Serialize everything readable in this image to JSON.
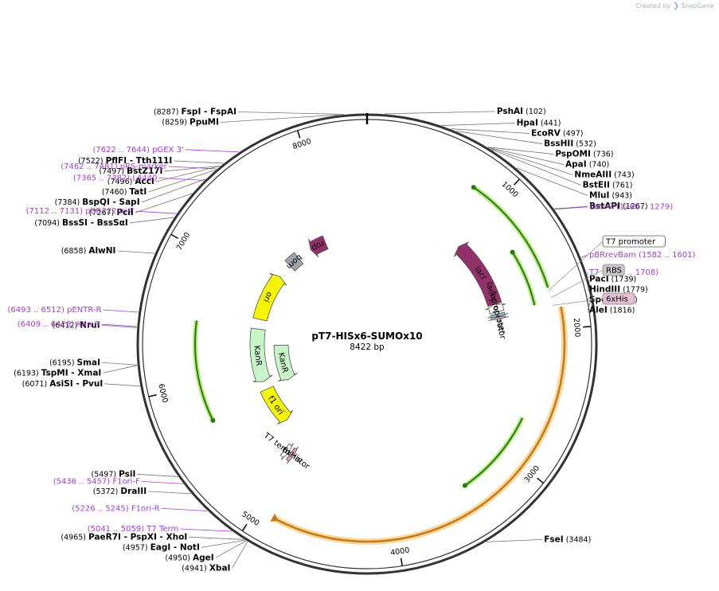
{
  "brand": {
    "created_by": "Created by",
    "product": "SnapGene"
  },
  "plasmid": {
    "name": "pT7-HISx6-SUMOx10",
    "length_label": "8422 bp",
    "length": 8422
  },
  "ticks": [
    {
      "bp": 1000,
      "label": "1000"
    },
    {
      "bp": 2000,
      "label": "2000"
    },
    {
      "bp": 3000,
      "label": "3000"
    },
    {
      "bp": 4000,
      "label": "4000"
    },
    {
      "bp": 5000,
      "label": "5000"
    },
    {
      "bp": 6000,
      "label": "6000"
    },
    {
      "bp": 7000,
      "label": "7000"
    },
    {
      "bp": 8000,
      "label": "8000"
    }
  ],
  "features": [
    {
      "name": "lacI",
      "label": "lacI",
      "start": 1010,
      "end": 1700,
      "dir": -1,
      "color": "#93306a",
      "track": 2,
      "labelColor": "#ffffff"
    },
    {
      "name": "lacI-promoter",
      "label": "lacI promoter",
      "start": 1700,
      "end": 1780,
      "dir": -1,
      "color": "#ffffff",
      "track": 2,
      "labelColor": "#000000"
    },
    {
      "name": "lac-operator",
      "label": "lac operator",
      "start": 1800,
      "end": 1830,
      "dir": 1,
      "color": "#8ab8c8",
      "track": 2,
      "labelColor": "#000000"
    },
    {
      "name": "6xHis-a",
      "label": "",
      "start": 1835,
      "end": 1855,
      "dir": 1,
      "color": "#d9a0b8",
      "track": 2,
      "labelColor": "#000000"
    },
    {
      "name": "KanR-1",
      "label": "KanR",
      "start": 5850,
      "end": 6500,
      "dir": -1,
      "color": "#c8f5c8",
      "track": 3,
      "labelColor": "#000000"
    },
    {
      "name": "KanR-2",
      "label": "KanR",
      "start": 5750,
      "end": 6300,
      "dir": -1,
      "color": "#c8f5c8",
      "track": 4,
      "labelColor": "#000000"
    },
    {
      "name": "f1-ori",
      "label": "f1 ori",
      "start": 5300,
      "end": 5750,
      "dir": -1,
      "color": "#f5f500",
      "track": 3,
      "labelColor": "#000000"
    },
    {
      "name": "T7-terminator",
      "label": "T7 terminator",
      "start": 5050,
      "end": 5100,
      "dir": -1,
      "color": "#ffffff",
      "track": 2,
      "labelColor": "#000000"
    },
    {
      "name": "6xHis-b",
      "label": "6xHis",
      "start": 4990,
      "end": 5030,
      "dir": -1,
      "color": "#d9a0b8",
      "track": 2,
      "labelColor": "#000000"
    },
    {
      "name": "ori",
      "label": "ori",
      "start": 6620,
      "end": 7200,
      "dir": 1,
      "color": "#f5f500",
      "track": 3,
      "labelColor": "#000000"
    },
    {
      "name": "bom",
      "label": "bom",
      "start": 7380,
      "end": 7520,
      "dir": 0,
      "color": "#a0a4a8",
      "track": 3,
      "labelColor": "#000000"
    },
    {
      "name": "rop",
      "label": "rop",
      "start": 7700,
      "end": 7900,
      "dir": -1,
      "color": "#93306a",
      "track": 3,
      "labelColor": "#000000"
    }
  ],
  "orfs": [
    {
      "start": 800,
      "end": 1700,
      "dir": -1,
      "track": 0
    },
    {
      "start": 1350,
      "end": 1800,
      "dir": -1,
      "track": 1
    },
    {
      "start": 2700,
      "end": 3400,
      "dir": 1,
      "track": 1
    },
    {
      "start": 5700,
      "end": 6500,
      "dir": -1,
      "track": 1
    }
  ],
  "cds": {
    "start": 1850,
    "end": 4880,
    "dir": 1
  },
  "sites": [
    {
      "name": "PshAI",
      "pos": "(102)",
      "bp": 102
    },
    {
      "name": "HpaI",
      "pos": "(441)",
      "bp": 441
    },
    {
      "name": "EcoRV",
      "pos": "(497)",
      "bp": 497
    },
    {
      "name": "BssHII",
      "pos": "(532)",
      "bp": 532
    },
    {
      "name": "PspOMI",
      "pos": "(736)",
      "bp": 736
    },
    {
      "name": "ApaI",
      "pos": "(740)",
      "bp": 740
    },
    {
      "name": "NmeAIII",
      "pos": "(743)",
      "bp": 743
    },
    {
      "name": "BstEII",
      "pos": "(761)",
      "bp": 761
    },
    {
      "name": "MluI",
      "pos": "(943)",
      "bp": 943
    },
    {
      "name": "BstAPI",
      "pos": "(1267)",
      "bp": 1267
    },
    {
      "name": "PacI",
      "pos": "(1739)",
      "bp": 1739
    },
    {
      "name": "HindIII",
      "pos": "(1779)",
      "bp": 1779
    },
    {
      "name": "SpeI",
      "pos": "(1815)",
      "bp": 1815
    },
    {
      "name": "AleI",
      "pos": "(1816)",
      "bp": 1816
    },
    {
      "name": "FseI",
      "pos": "(3484)",
      "bp": 3484
    },
    {
      "name": "XbaI",
      "pos": "(4941)",
      "bp": 4941
    },
    {
      "name": "AgeI",
      "pos": "(4950)",
      "bp": 4950
    },
    {
      "name": "EagI  - NotI",
      "pos": "(4957)",
      "bp": 4957
    },
    {
      "name": "PaeR7I  - PspXI  - XhoI",
      "pos": "(4965)",
      "bp": 4965
    },
    {
      "name": "DraIII",
      "pos": "(5372)",
      "bp": 5372
    },
    {
      "name": "PsiI",
      "pos": "(5497)",
      "bp": 5497
    },
    {
      "name": "AsiSI  - PvuI",
      "pos": "(6071)",
      "bp": 6071
    },
    {
      "name": "TspMI  - XmaI",
      "pos": "(6193)",
      "bp": 6193
    },
    {
      "name": "SmaI",
      "pos": "(6195)",
      "bp": 6195
    },
    {
      "name": "NruI",
      "pos": "(6412)",
      "bp": 6412
    },
    {
      "name": "AlwNI",
      "pos": "(6858)",
      "bp": 6858
    },
    {
      "name": "BssSI  - BssSαI",
      "pos": "(7094)",
      "bp": 7094
    },
    {
      "name": "PciI",
      "pos": "(7267)",
      "bp": 7267
    },
    {
      "name": "BspQI  - SapI",
      "pos": "(7384)",
      "bp": 7384
    },
    {
      "name": "TatI",
      "pos": "(7460)",
      "bp": 7460
    },
    {
      "name": "AccI",
      "pos": "(7496)",
      "bp": 7496
    },
    {
      "name": "BstZ17I",
      "pos": "(7497)",
      "bp": 7497
    },
    {
      "name": "PflFI  - Tth111I",
      "pos": "(7522)",
      "bp": 7522
    },
    {
      "name": "PpuMI",
      "pos": "(8259)",
      "bp": 8259
    },
    {
      "name": "FspI  - FspAI",
      "pos": "(8287)",
      "bp": 8287
    }
  ],
  "primers": [
    {
      "name": "LacI-R",
      "pos": "(1260 .. 1279)",
      "bp": 1270
    },
    {
      "name": "pBRrevBam",
      "pos": "(1582 .. 1601)",
      "bp": 1590
    },
    {
      "name": "T7",
      "pos": "(1689 .. 1708)",
      "bp": 1698
    },
    {
      "name": "F1ori-F",
      "pos": "(5436 .. 5457)",
      "bp": 5446
    },
    {
      "name": "F1ori-R",
      "pos": "(5226 .. 5245)",
      "bp": 5235
    },
    {
      "name": "T7 Term",
      "pos": "(5041 .. 5059)",
      "bp": 5050
    },
    {
      "name": "pENTR-R",
      "pos": "(6493 .. 6512)",
      "bp": 6502
    },
    {
      "name": "Kan-R",
      "pos": "(6409 .. 6428)",
      "bp": 6418
    },
    {
      "name": "pBR322ori-F",
      "pos": "(7112 .. 7131)",
      "bp": 7121
    },
    {
      "name": "L4440",
      "pos": "(7365 .. 7382)",
      "bp": 7373
    },
    {
      "name": "pRS-marker",
      "pos": "(7462 .. 7481)",
      "bp": 7471
    },
    {
      "name": "pGEX 3'",
      "pos": "(7622 .. 7644)",
      "bp": 7633
    }
  ],
  "boxed_labels": [
    {
      "name": "T7 promoter",
      "fill": "#ffffff",
      "stroke": "#555555"
    },
    {
      "name": "RBS",
      "fill": "#c8c8c8",
      "stroke": "#888888"
    },
    {
      "name": "6xHis",
      "fill": "#e2c2d2",
      "stroke": "#9a6a80"
    }
  ]
}
